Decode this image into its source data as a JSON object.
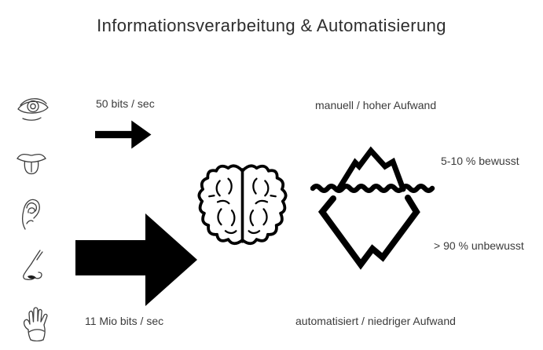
{
  "title": "Informationsverarbeitung & Automatisierung",
  "colors": {
    "background": "#ffffff",
    "ink": "#000000",
    "icon_stroke": "#3e3e3e",
    "text": "#3b3b3b"
  },
  "senses": {
    "icons": [
      {
        "name": "eye-icon"
      },
      {
        "name": "mouth-icon"
      },
      {
        "name": "ear-icon"
      },
      {
        "name": "nose-icon"
      },
      {
        "name": "hand-icon"
      }
    ]
  },
  "flow": {
    "conscious_rate": "50 bits / sec",
    "unconscious_rate": "11 Mio bits / sec",
    "small_arrow_icon": "arrow-right-small-icon",
    "large_arrow_icon": "arrow-right-large-icon",
    "brain_icon": "brain-icon"
  },
  "iceberg": {
    "icon": "iceberg-icon",
    "top_label": "manuell / hoher Aufwand",
    "above_water_label": "5-10 % bewusst",
    "below_water_label": "> 90 % unbewusst",
    "bottom_label": "automatisiert / niedriger Aufwand"
  }
}
